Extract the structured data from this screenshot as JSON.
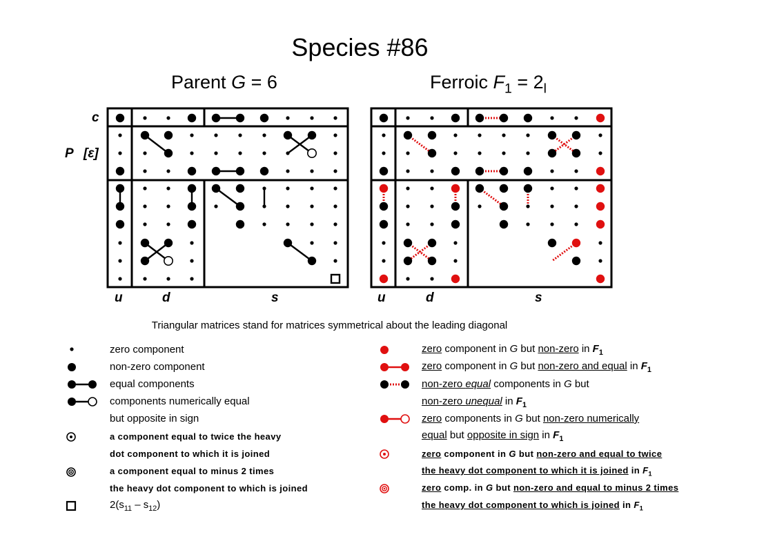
{
  "title": "Species  #86",
  "parent": {
    "prefix": "Parent ",
    "symbol": "G",
    "value": " = 6"
  },
  "ferroic": {
    "prefix": "Ferroic ",
    "symbol": "F",
    "sub": "1",
    "value": " = 2",
    "value_sub": "l"
  },
  "row_labels": {
    "c": "c",
    "p": "P",
    "eps": "[ε]"
  },
  "col_labels": {
    "u": "u",
    "d": "d",
    "s": "s"
  },
  "note": "Triangular matrices stand for matrices symmetrical about the leading diagonal",
  "colors": {
    "red": "#e01010",
    "black": "#000000"
  },
  "legend_left": {
    "zero": "zero component",
    "nonzero": "non-zero component",
    "equal": "equal components",
    "opposite1": "components numerically equal",
    "opposite2": "but opposite in sign",
    "twice1": "a component equal to twice the heavy",
    "twice2": "dot component to which it is joined",
    "minus1": "a component equal to minus 2 times",
    "minus2": "the heavy dot component to which is joined",
    "square": "2(s",
    "square_sub1": "11",
    "square_mid": " – s",
    "square_sub2": "12",
    "square_end": ")"
  },
  "legend_right": {
    "r1": {
      "a": "zero",
      "b": " component in ",
      "g": "G",
      "c": " but ",
      "d": "non-zero",
      "e": " in ",
      "f": "F",
      "s": "1"
    },
    "r2": {
      "a": "zero",
      "b": " component in ",
      "g": "G",
      "c": " but ",
      "d": "non-zero and equal",
      "e": " in ",
      "f": "F",
      "s": "1"
    },
    "r3": {
      "a": "non-zero ",
      "ai": "equal",
      "b": "  components in ",
      "g": "G",
      "c": "  but"
    },
    "r4": {
      "a": "non-zero ",
      "ai": "unequal",
      "e": " in ",
      "f": "F",
      "s": "1"
    },
    "r5": {
      "a": "zero",
      "b": " components in ",
      "g": "G",
      "c": " but ",
      "d": "non-zero numerically "
    },
    "r6": {
      "a": "equal",
      "b": " but ",
      "d": "opposite in sign",
      "e": " in ",
      "f": "F",
      "s": "1"
    },
    "r7": {
      "a": "zero",
      "b": " component in ",
      "g": "G",
      "c": " but ",
      "d": "non-zero and equal to twice   "
    },
    "r8": {
      "a": "the heavy dot component to which it is joined",
      "e": " in ",
      "f": "F",
      "s": "1"
    },
    "r9": {
      "a": "zero",
      "b": " comp. in ",
      "g": "G",
      "c": " but ",
      "d": "non-zero and equal to minus 2 times "
    },
    "r10": {
      "a": "the heavy dot component to which is joined",
      "e": " in ",
      "f": "F",
      "s": "1"
    }
  }
}
